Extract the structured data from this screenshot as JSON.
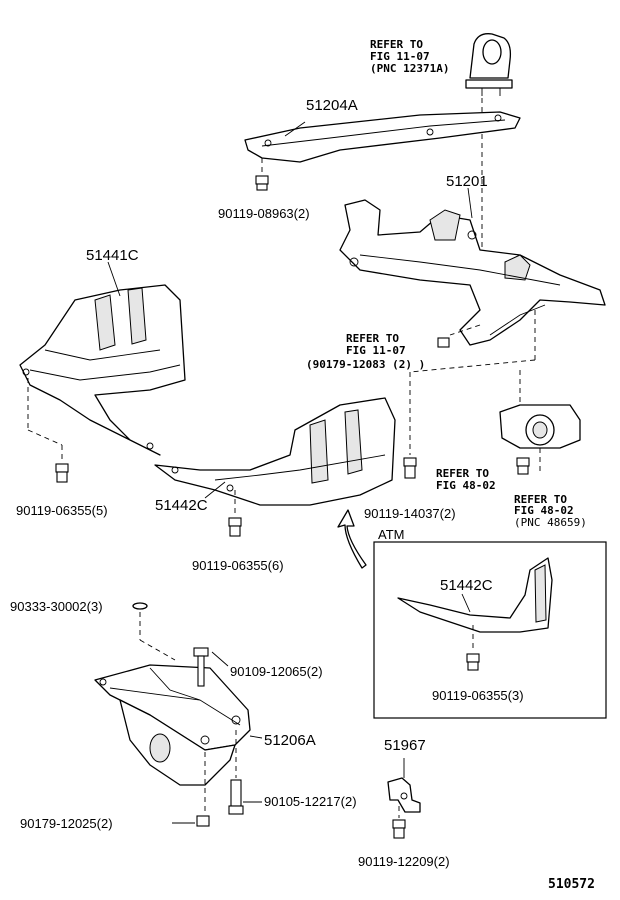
{
  "diagram_id": "510572",
  "callouts": {
    "top_refer": [
      "REFER TO",
      "FIG 11-07",
      "(PNC 12371A)"
    ],
    "p51204A": "51204A",
    "b08963": "90119-08963(2)",
    "p51201": "51201",
    "p51441C": "51441C",
    "mid_refer": [
      "REFER TO",
      "FIG 11-07",
      "(90179-12083 (2) )"
    ],
    "b06355_5": "90119-06355(5)",
    "p51442C": "51442C",
    "b14037": "90119-14037(2)",
    "right_refer_a": [
      "REFER TO",
      "FIG 48-02"
    ],
    "right_refer_b": [
      "REFER TO",
      "FIG 48-02",
      "(PNC 48659)"
    ],
    "b06355_6": "90119-06355(6)",
    "atm": "ATM",
    "atm_part": "51442C",
    "atm_bolt": "90119-06355(3)",
    "b30002": "90333-30002(3)",
    "b12065": "90109-12065(2)",
    "p51206A": "51206A",
    "p51967": "51967",
    "b12217": "90105-12217(2)",
    "b12025": "90179-12025(2)",
    "b12209": "90119-12209(2)"
  }
}
